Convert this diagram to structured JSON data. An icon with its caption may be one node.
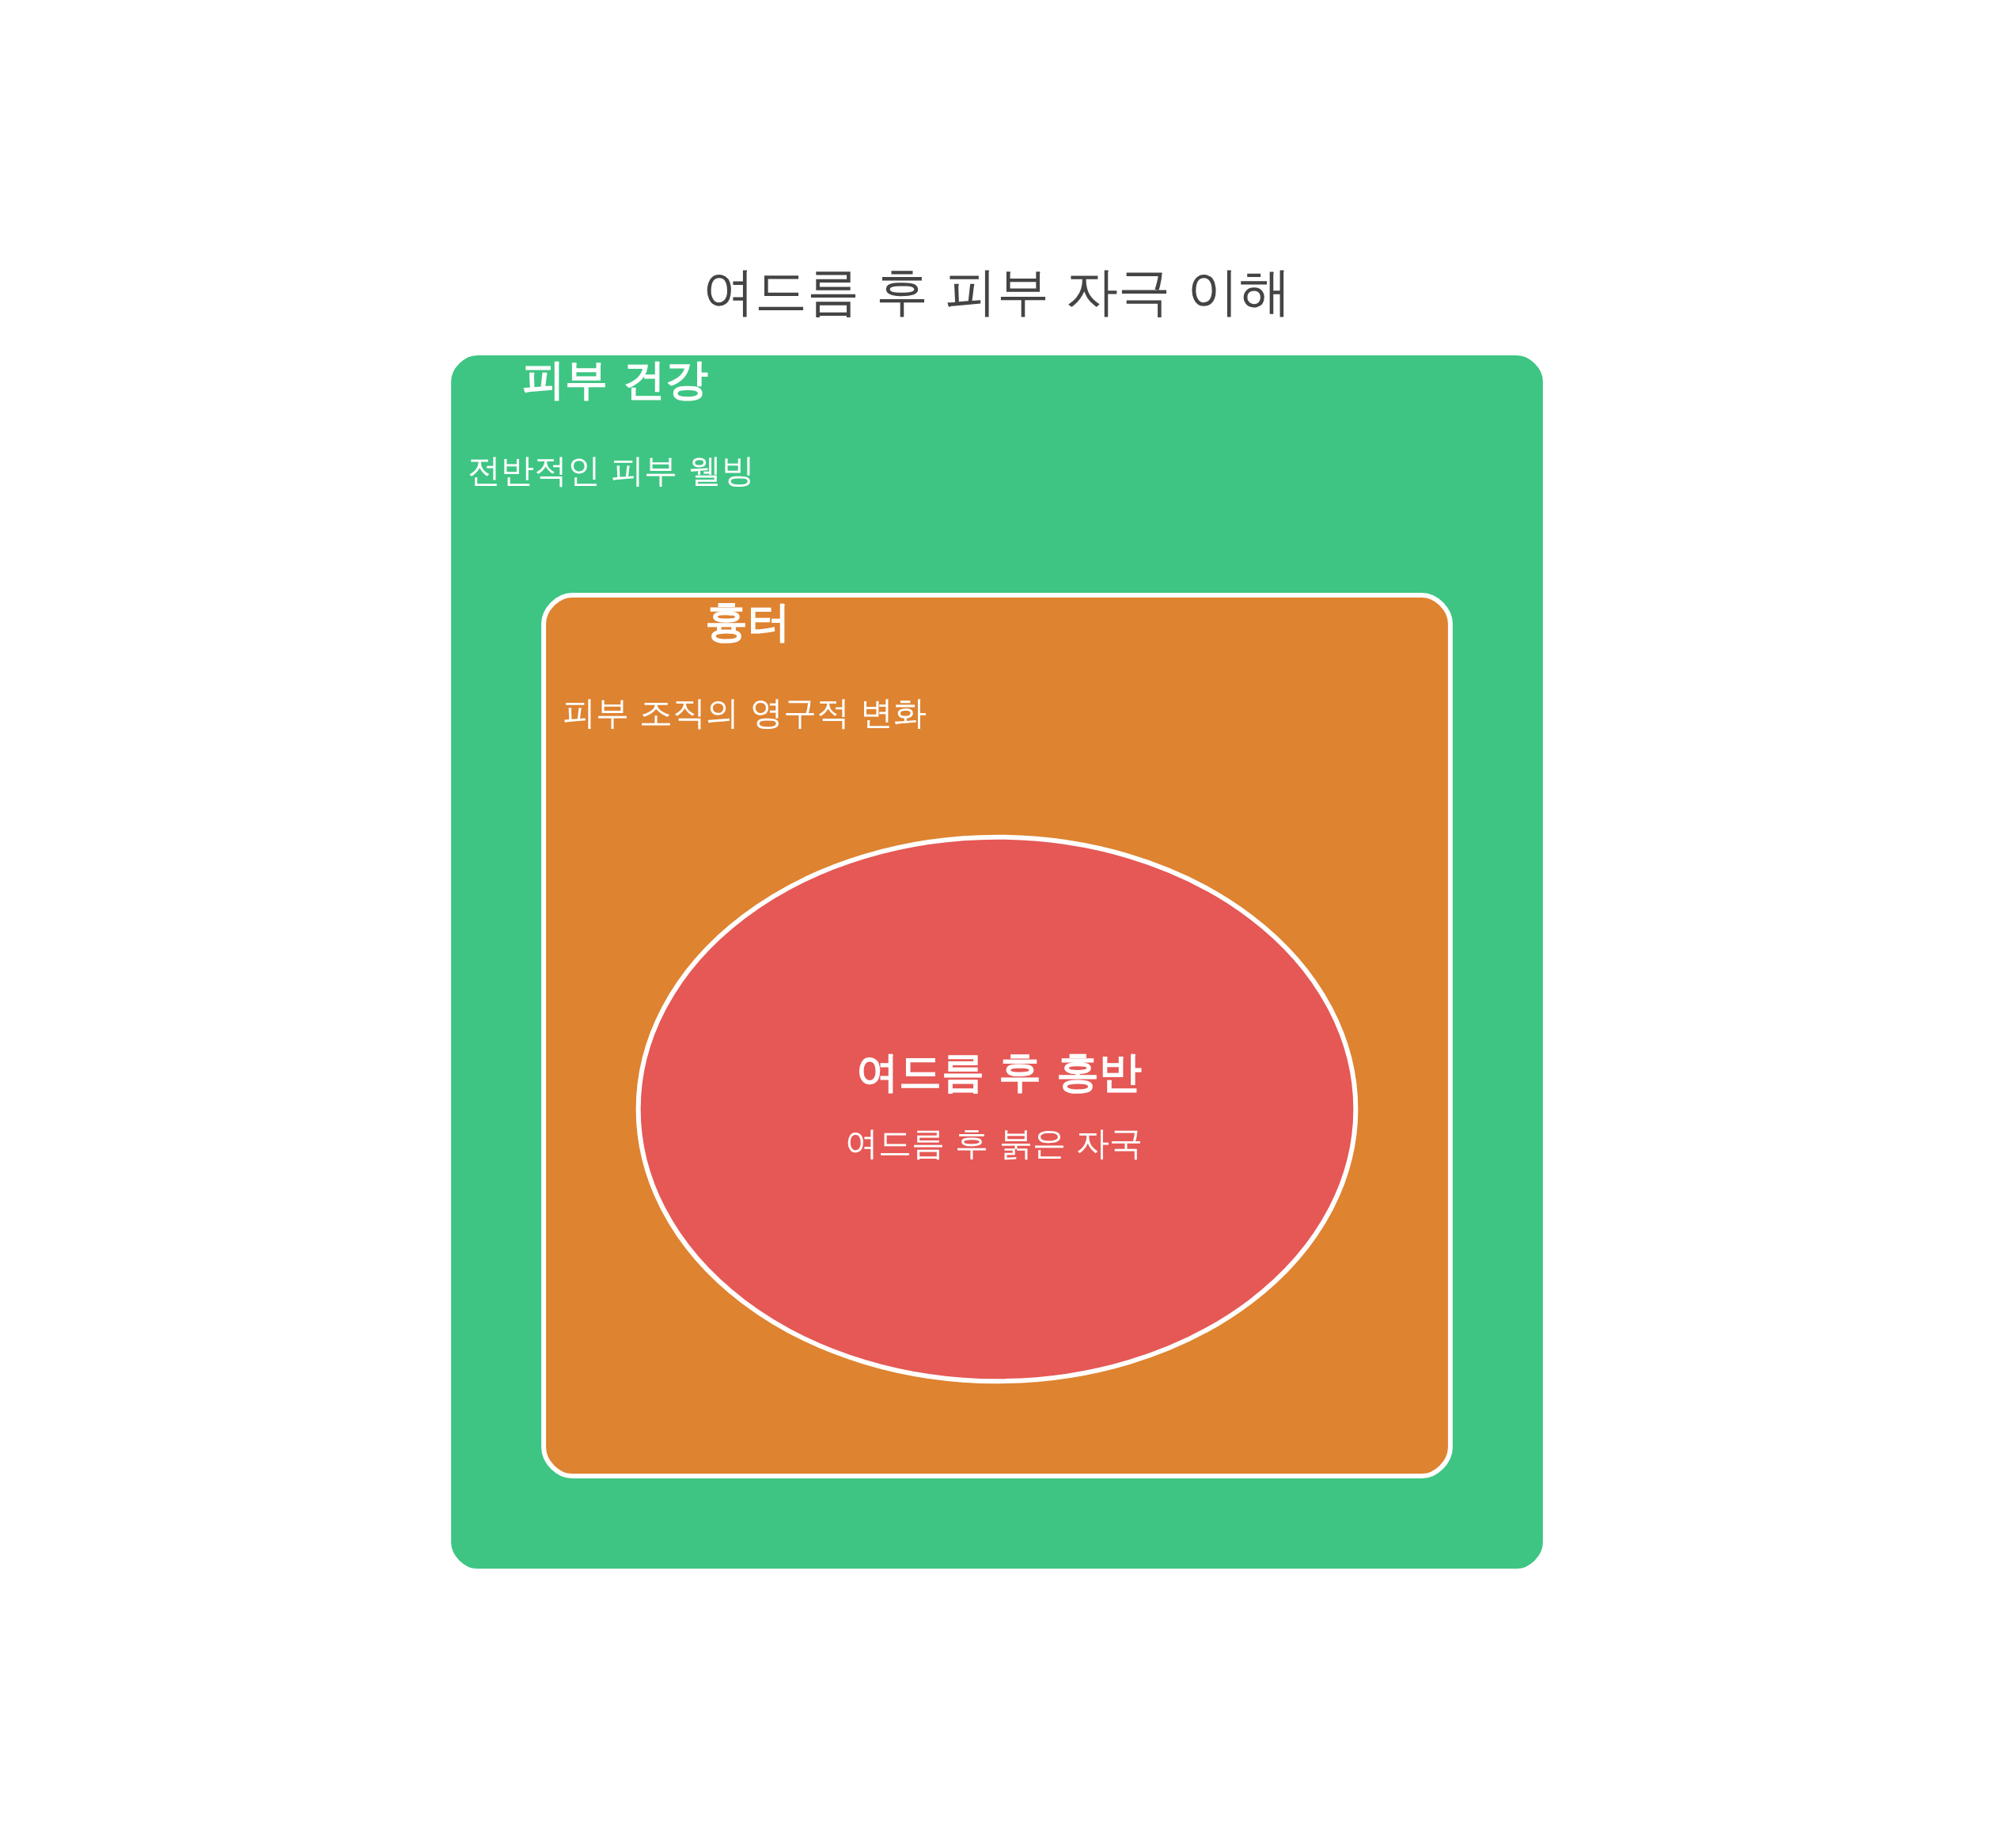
{
  "diagram": {
    "title": "여드름 후 피부 자극 이해",
    "nodes": [
      {
        "text": [
          "피부 건강",
          "전반적인 피부 웰빙"
        ]
      },
      {
        "text": [
          "흉터",
          "피부 조직의 영구적 변화"
        ],
        "in": 0
      },
      {
        "text": [
          "여드름 후 홍반",
          "여드름 후 붉은 자국"
        ],
        "in": 1
      }
    ],
    "edges": []
  }
}
